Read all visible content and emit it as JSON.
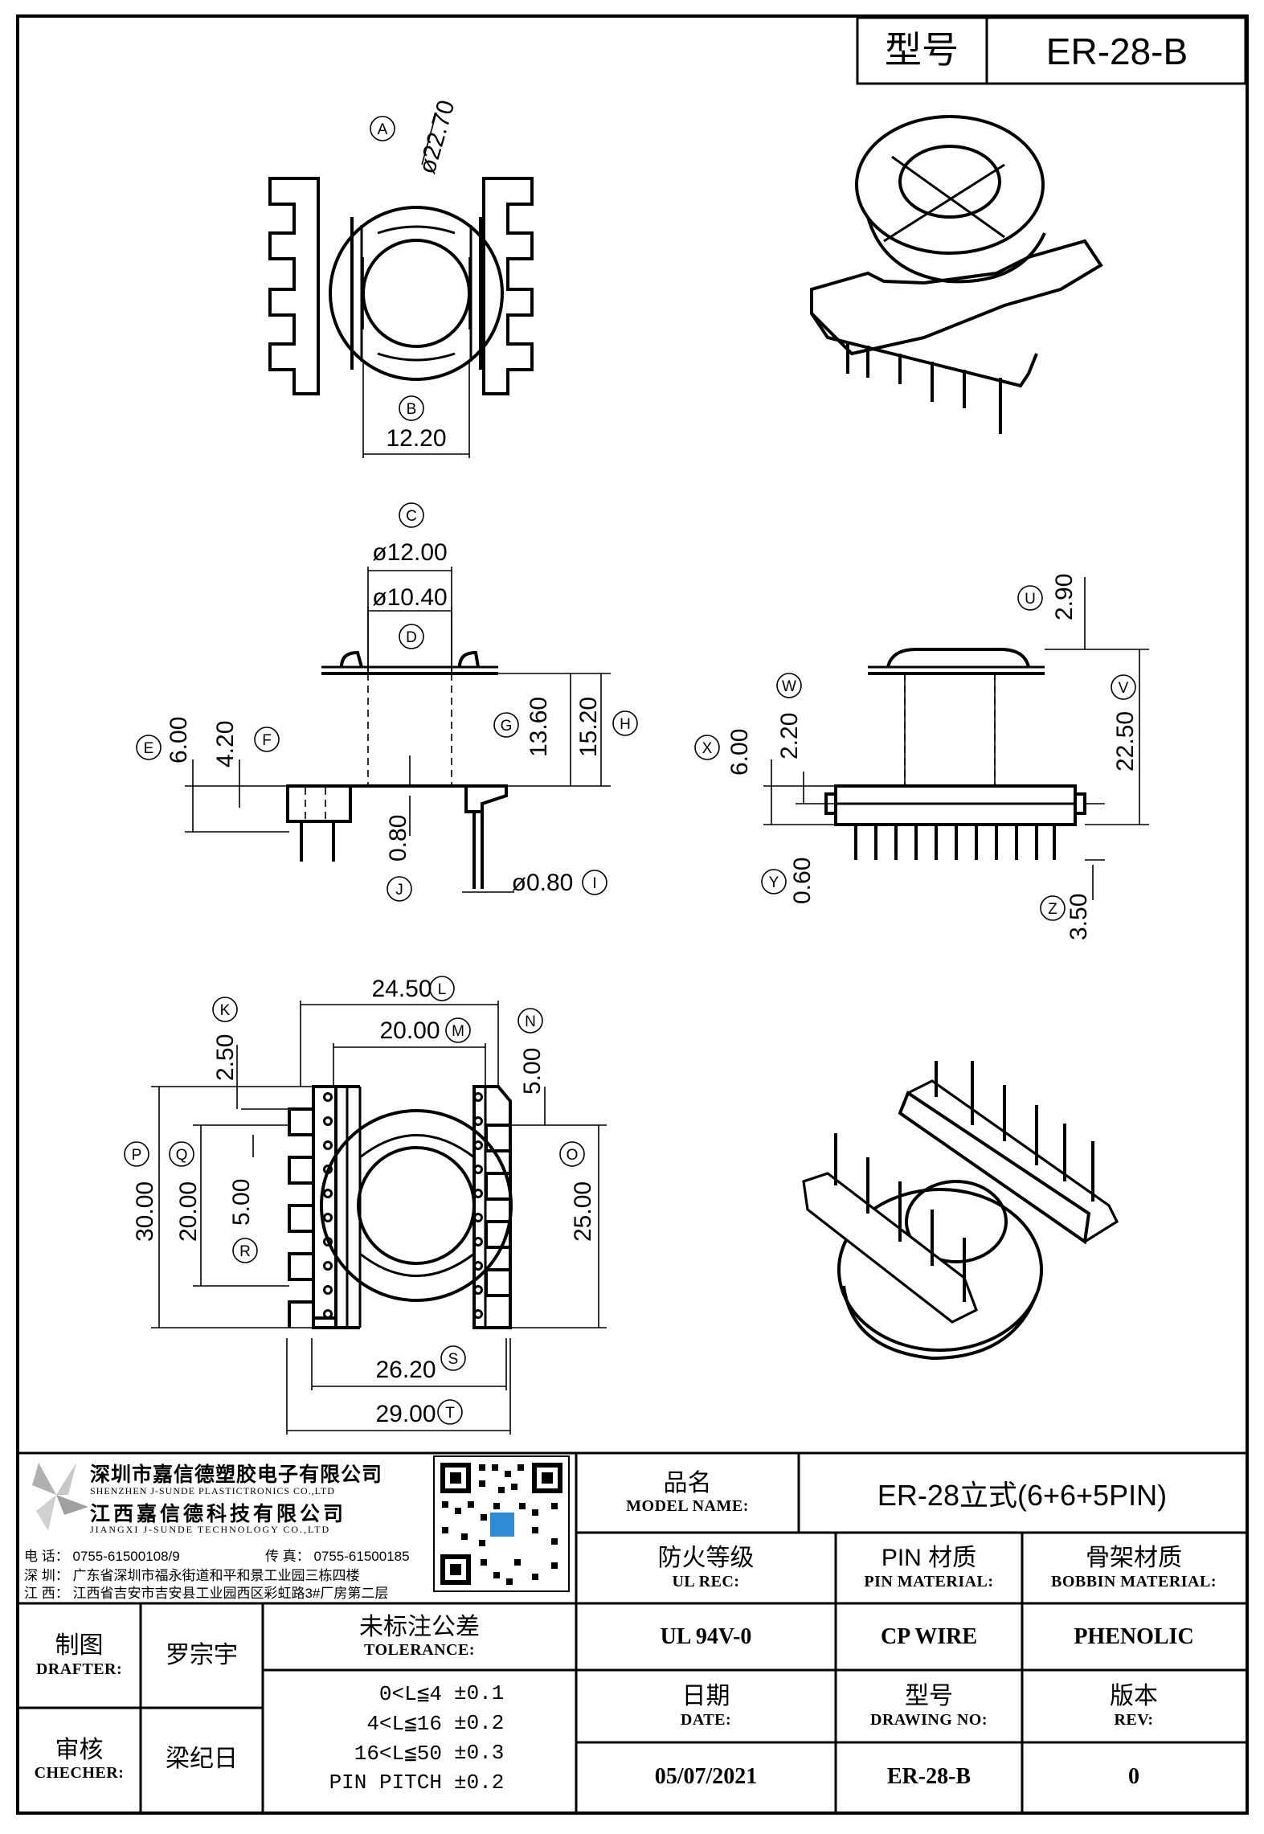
{
  "title_block": {
    "model_label": "型号",
    "model_value": "ER-28-B"
  },
  "dimensions": {
    "A": "A",
    "B": "B",
    "C": "C",
    "D": "D",
    "E": "E",
    "F": "F",
    "G": "G",
    "H": "H",
    "I": "I",
    "J": "J",
    "K": "K",
    "L": "L",
    "M": "M",
    "N": "N",
    "O": "O",
    "P": "P",
    "Q": "Q",
    "R": "R",
    "S": "S",
    "T": "T",
    "U": "U",
    "V": "V",
    "W": "W",
    "X": "X",
    "Y": "Y",
    "Z": "Z",
    "dA": "ø22.70",
    "dB": "12.20",
    "dC": "ø12.00",
    "dD": "ø10.40",
    "dE": "6.00",
    "dF": "4.20",
    "dG": "13.60",
    "dH": "15.20",
    "dJ": "0.80",
    "dI": "ø0.80",
    "dU": "2.90",
    "dV": "22.50",
    "dW": "2.20",
    "dX": "6.00",
    "dY": "0.60",
    "dZ": "3.50",
    "dL": "24.50",
    "dM": "20.00",
    "dK": "2.50",
    "dN": "5.00",
    "dP": "30.00",
    "dQ": "20.00",
    "dR": "5.00",
    "dO": "25.00",
    "dS": "26.20",
    "dT": "29.00"
  },
  "company": {
    "name_cn": "深圳市嘉信德塑胶电子有限公司",
    "name_en": "SHENZHEN J-SUNDE PLASTICTRONICS CO.,LTD",
    "name_cn2": "江西嘉信德科技有限公司",
    "name_en2": "JIANGXI J-SUNDE TECHNOLOGY CO.,LTD",
    "phone": "电 话： 0755-61500108/9",
    "fax": "传 真： 0755-61500185",
    "addr_sz": "深 圳： 广东省深圳市福永街道和平和景工业园三栋四楼",
    "addr_jx": "江 西： 江西省吉安市吉安县工业园西区彩虹路3#厂房第二层"
  },
  "table": {
    "model_name_cn": "品名",
    "model_name_en": "MODEL NAME:",
    "model_name_value": "ER-28立式(6+6+5PIN)",
    "ul_cn": "防火等级",
    "ul_en": "UL REC:",
    "ul_value": "UL 94V-0",
    "pin_cn": "PIN 材质",
    "pin_en": "PIN MATERIAL:",
    "pin_value": "CP WIRE",
    "bobbin_cn": "骨架材质",
    "bobbin_en": "BOBBIN MATERIAL:",
    "bobbin_value": "PHENOLIC",
    "drafter_cn": "制图",
    "drafter_en": "DRAFTER:",
    "drafter_name": "罗宗宇",
    "checker_cn": "审核",
    "checker_en": "CHECHER:",
    "checker_name": "梁纪日",
    "tol_cn": "未标注公差",
    "tol_en": "TOLERANCE:",
    "tol_rows": [
      {
        "range": "0<L≦4",
        "value": "±0.1"
      },
      {
        "range": "4<L≦16",
        "value": "±0.2"
      },
      {
        "range": "16<L≦50",
        "value": "±0.3"
      },
      {
        "range": "PIN PITCH",
        "value": "±0.2"
      }
    ],
    "date_cn": "日期",
    "date_en": "DATE:",
    "date_value": "05/07/2021",
    "drawing_cn": "型号",
    "drawing_en": "DRAWING NO:",
    "drawing_value": "ER-28-B",
    "rev_cn": "版本",
    "rev_en": "REV:",
    "rev_value": "0"
  }
}
